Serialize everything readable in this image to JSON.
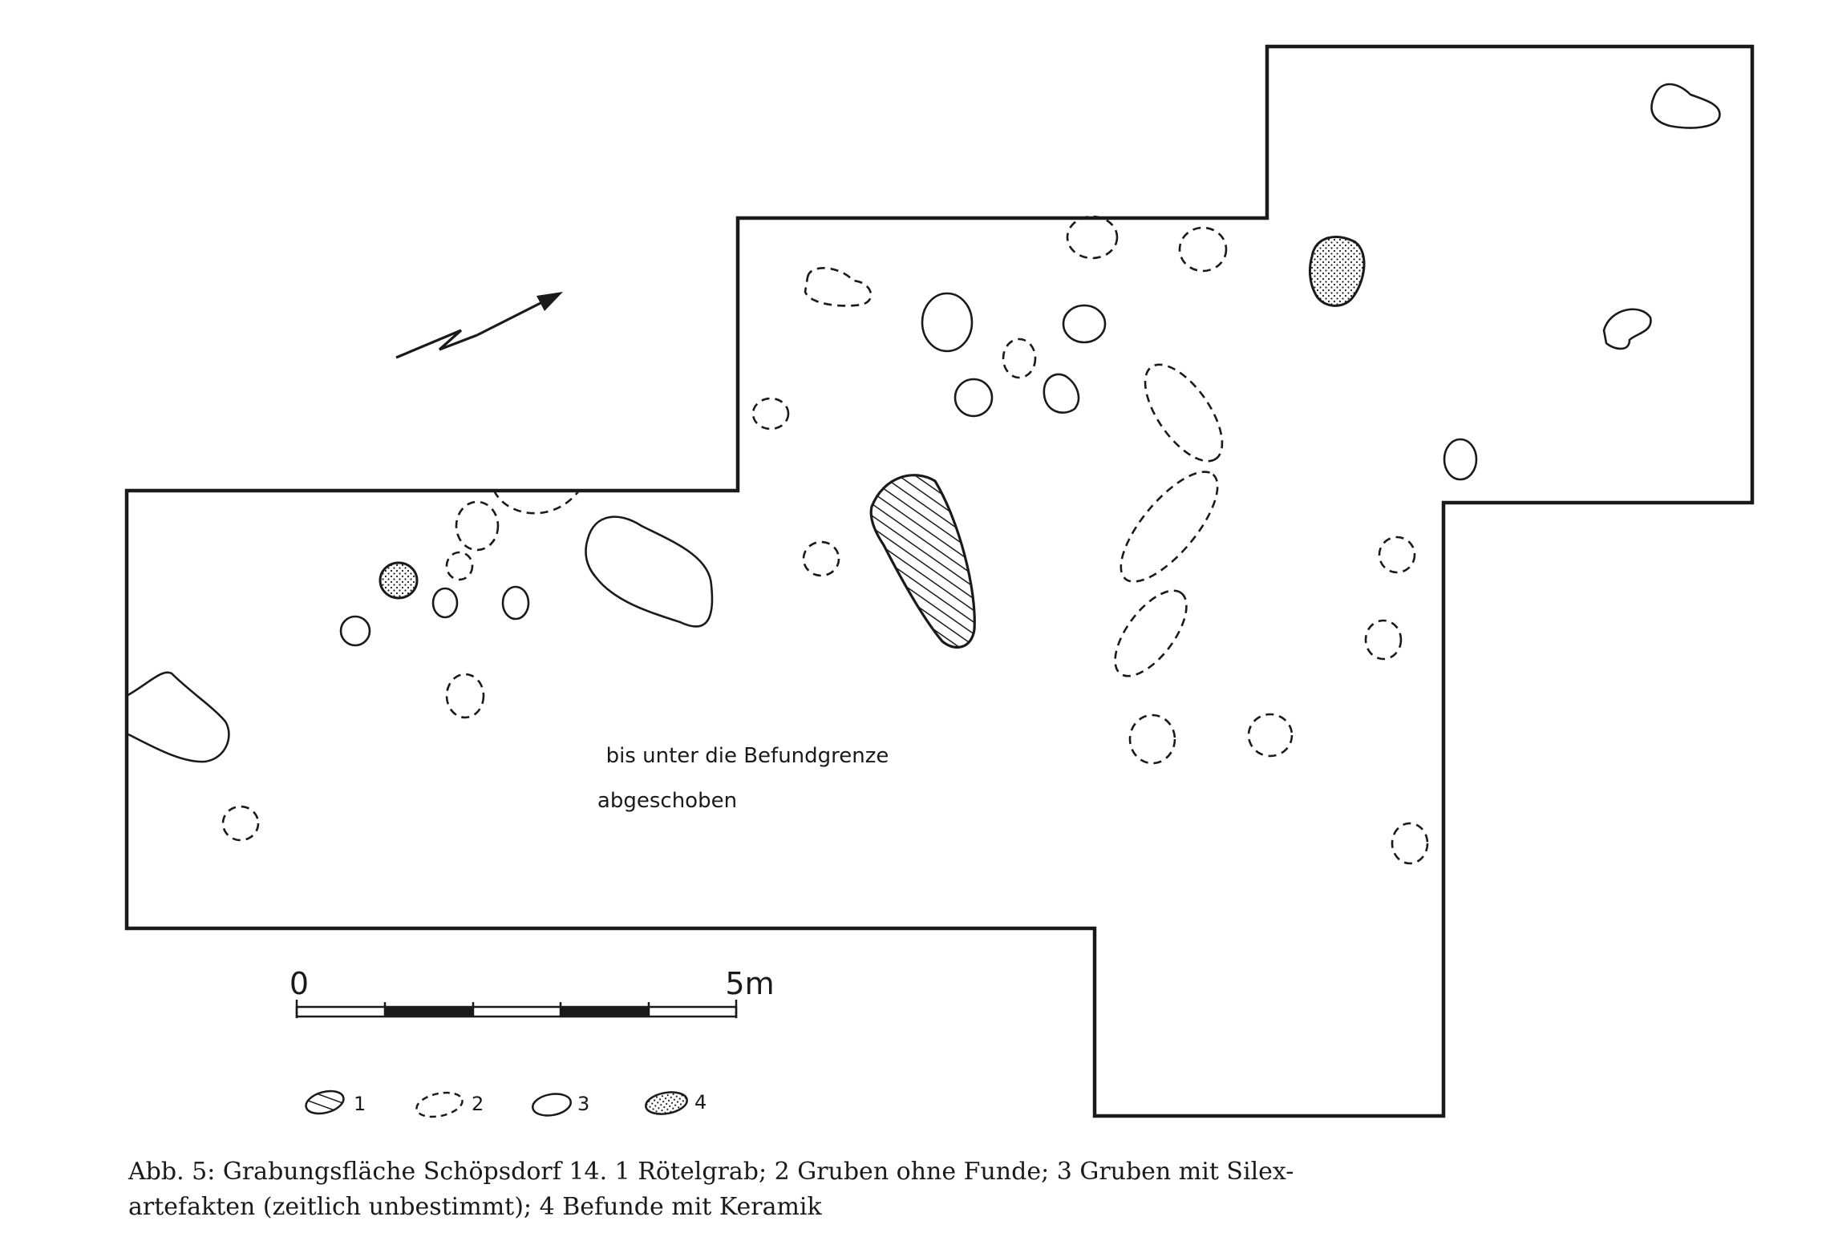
{
  "plan": {
    "note_line1": "bis unter die Befundgrenze",
    "note_line2": "abgeschoben",
    "north_arrow_icon": "north-arrow-icon"
  },
  "scale_bar": {
    "start_label": "0",
    "end_label": "5m"
  },
  "legend": [
    {
      "key": "1",
      "pattern": "hatched",
      "meaning": "Rötelgrab"
    },
    {
      "key": "2",
      "pattern": "dashed",
      "meaning": "Gruben ohne Funde"
    },
    {
      "key": "3",
      "pattern": "solid",
      "meaning": "Gruben mit Silexartefakten"
    },
    {
      "key": "4",
      "pattern": "stippled",
      "meaning": "Befunde mit Keramik"
    }
  ],
  "caption": {
    "line1": "Abb. 5: Grabungsfläche Schöpsdorf 14. 1 Rötelgrab; 2 Gruben ohne Funde; 3 Gruben mit Silex-",
    "line2": "artefakten (zeitlich unbestimmt); 4 Befunde mit Keramik"
  },
  "colors": {
    "ink": "#1a1a1a",
    "paper": "#ffffff"
  }
}
